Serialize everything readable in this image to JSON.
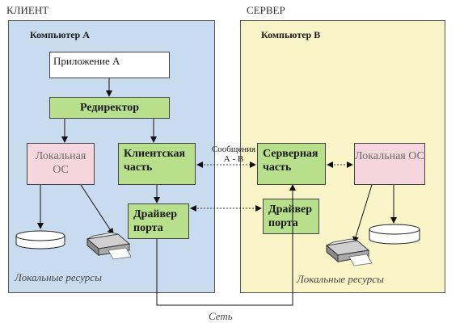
{
  "client": {
    "section_label": "КЛИЕНТ",
    "computer_title": "Компьютер А",
    "app_label": "Приложение А",
    "redirector_label": "Редиректор",
    "local_os_label": "Локальная ОС",
    "client_part_label": "Клиентская часть",
    "port_driver_label": "Драйвер порта",
    "local_resources_label": "Локальные ресурсы"
  },
  "server": {
    "section_label": "СЕРВЕР",
    "computer_title": "Компьютер В",
    "server_part_label": "Серверная часть",
    "local_os_label": "Локальная ОС",
    "port_driver_label": "Драйвер порта",
    "local_resources_label": "Локальные ресурсы"
  },
  "messages_label": "Сообщения А - В",
  "network_label": "Сеть",
  "colors": {
    "client_bg": "#c9dcef",
    "server_bg": "#f9f5c8",
    "component_green": "#b8e08c",
    "local_os_pink": "#f6d6de"
  }
}
